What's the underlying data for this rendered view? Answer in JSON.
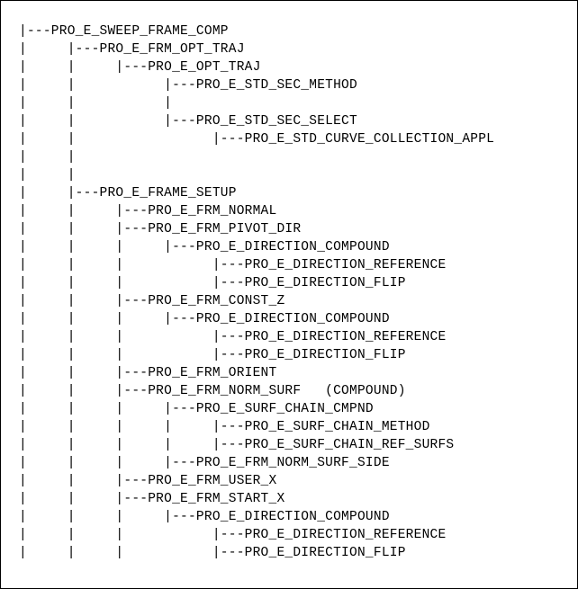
{
  "document": {
    "tree_lines": [
      "|---PRO_E_SWEEP_FRAME_COMP",
      "|     |---PRO_E_FRM_OPT_TRAJ",
      "|     |     |---PRO_E_OPT_TRAJ",
      "|     |           |---PRO_E_STD_SEC_METHOD",
      "|     |           |",
      "|     |           |---PRO_E_STD_SEC_SELECT",
      "|     |                 |---PRO_E_STD_CURVE_COLLECTION_APPL",
      "|     |",
      "|     |",
      "|     |---PRO_E_FRAME_SETUP",
      "|     |     |---PRO_E_FRM_NORMAL",
      "|     |     |---PRO_E_FRM_PIVOT_DIR",
      "|     |     |     |---PRO_E_DIRECTION_COMPOUND",
      "|     |     |           |---PRO_E_DIRECTION_REFERENCE",
      "|     |     |           |---PRO_E_DIRECTION_FLIP",
      "|     |     |---PRO_E_FRM_CONST_Z",
      "|     |     |     |---PRO_E_DIRECTION_COMPOUND",
      "|     |     |           |---PRO_E_DIRECTION_REFERENCE",
      "|     |     |           |---PRO_E_DIRECTION_FLIP",
      "|     |     |---PRO_E_FRM_ORIENT",
      "|     |     |---PRO_E_FRM_NORM_SURF   (COMPOUND)",
      "|     |     |     |---PRO_E_SURF_CHAIN_CMPND",
      "|     |     |     |     |---PRO_E_SURF_CHAIN_METHOD",
      "|     |     |     |     |---PRO_E_SURF_CHAIN_REF_SURFS",
      "|     |     |     |---PRO_E_FRM_NORM_SURF_SIDE",
      "|     |     |---PRO_E_FRM_USER_X",
      "|     |     |---PRO_E_FRM_START_X",
      "|     |     |     |---PRO_E_DIRECTION_COMPOUND",
      "|     |     |           |---PRO_E_DIRECTION_REFERENCE",
      "|     |     |           |---PRO_E_DIRECTION_FLIP"
    ]
  }
}
